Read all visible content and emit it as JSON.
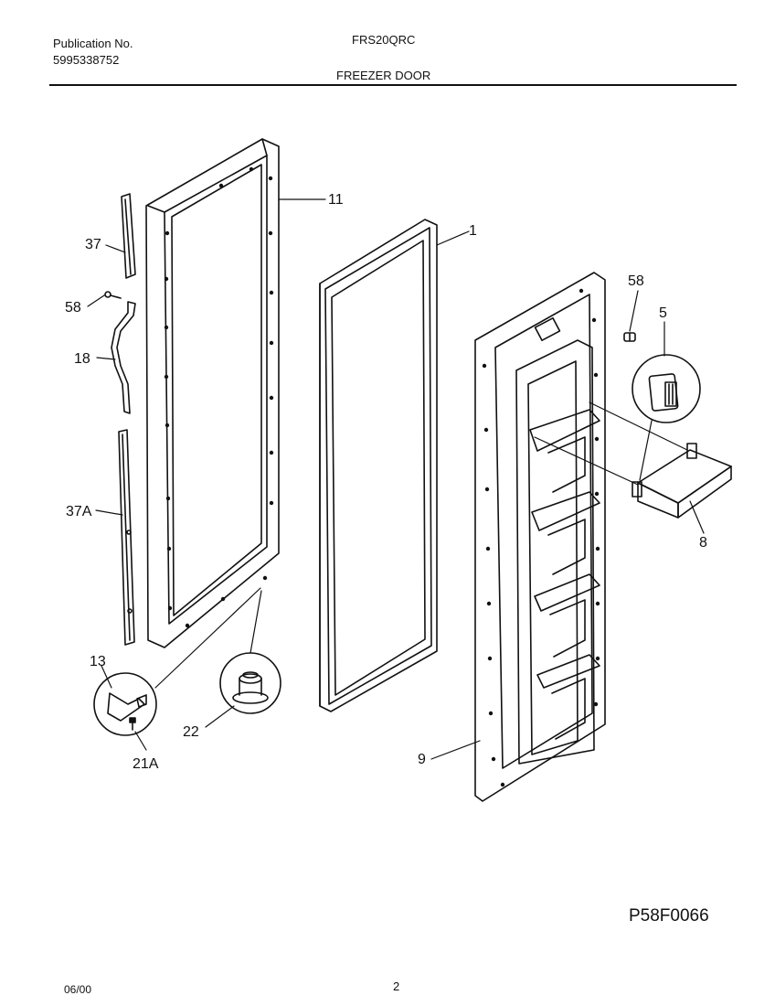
{
  "header": {
    "publication_label": "Publication No.",
    "publication_number": "5995338752",
    "model": "FRS20QRC",
    "section_title": "FREEZER DOOR"
  },
  "callouts": {
    "c11": "11",
    "c1": "1",
    "c37": "37",
    "c58a": "58",
    "c18": "18",
    "c37A": "37A",
    "c13": "13",
    "c21A": "21A",
    "c22": "22",
    "c58b": "58",
    "c5": "5",
    "c8": "8",
    "c9": "9"
  },
  "diagram_id": "P58F0066",
  "footer": {
    "date": "06/00",
    "page": "2"
  }
}
